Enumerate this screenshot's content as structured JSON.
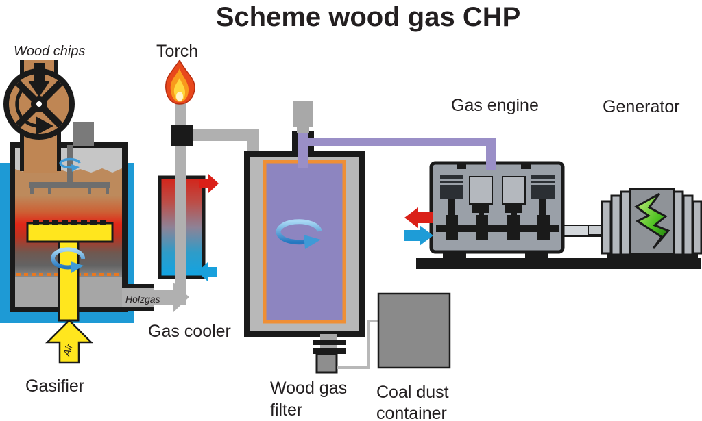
{
  "title": "Scheme wood gas CHP",
  "diagram_type": "process-flow-scheme",
  "labels": {
    "wood_chips": "Wood chips",
    "torch": "Torch",
    "gas_engine": "Gas engine",
    "generator": "Generator",
    "holzgas": "Holzgas",
    "gas_cooler": "Gas cooler",
    "gasifier": "Gasifier",
    "air": "Air",
    "wood_gas_filter_line1": "Wood gas",
    "wood_gas_filter_line2": "filter",
    "coal_dust_container_line1": "Coal dust",
    "coal_dust_container_line2": "container"
  },
  "colors": {
    "text": "#231f20",
    "outline_black": "#1a1a1a",
    "water_jacket_blue": "#1e9ad5",
    "wood_brown": "#bf8654",
    "hot_zone_red": "#e02718",
    "air_yellow": "#ffe61e",
    "pipe_gray": "#b0b0b0",
    "gas_pipe_purple": "#9a8fc7",
    "filter_purple": "#8d85c0",
    "filter_liner_orange": "#ef8f35",
    "rotation_blue": "#3f9ad6",
    "hot_arrow_red": "#da2018",
    "cold_arrow_blue": "#1e9cd7",
    "machine_gray": "#9aa0a8",
    "container_gray": "#8a8a8a",
    "electric_green": "#4fc122"
  }
}
